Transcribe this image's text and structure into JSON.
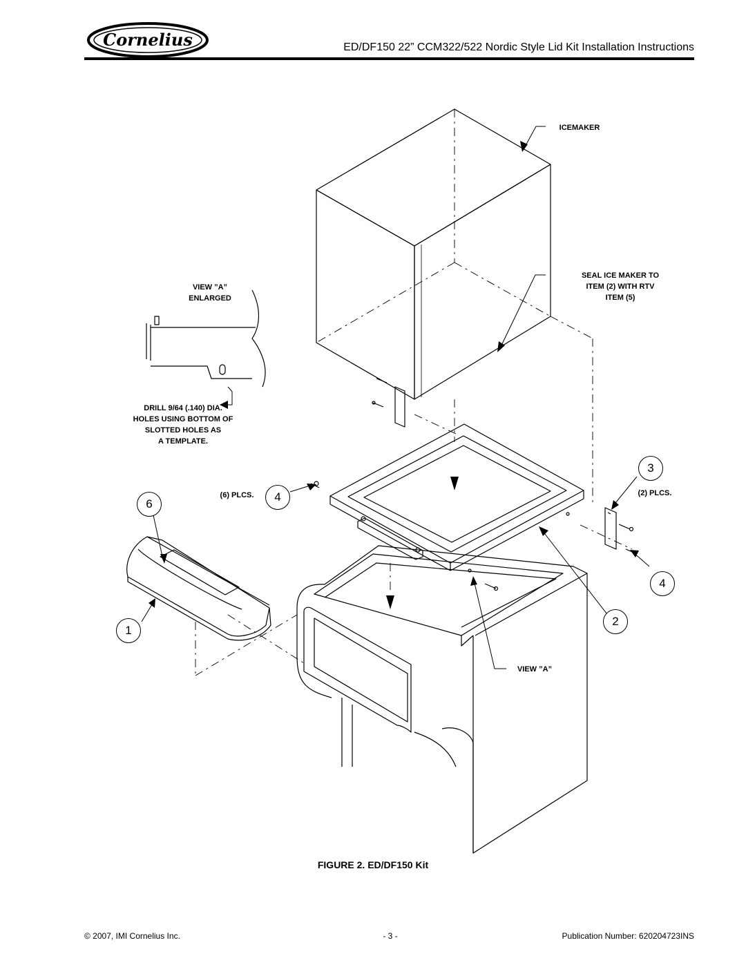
{
  "header": {
    "logo_text": "Cornelius",
    "title": "ED/DF150 22” CCM322/522 Nordic Style Lid Kit Installation Instructions"
  },
  "diagram": {
    "labels": {
      "icemaker": "ICEMAKER",
      "seal_line1": "SEAL ICE MAKER TO",
      "seal_line2": "ITEM (2) WITH RTV",
      "seal_line3": "ITEM (5)",
      "view_a_line1": "VIEW ”A”",
      "view_a_line2": "ENLARGED",
      "drill_line1": "DRILL 9/64 (.140) DIA.",
      "drill_line2": "HOLES USING BOTTOM OF",
      "drill_line3": "SLOTTED HOLES AS",
      "drill_line4": "A TEMPLATE.",
      "six_plcs": "(6) PLCS.",
      "two_plcs": "(2) PLCS.",
      "view_a_bottom": "VIEW ”A”"
    },
    "callouts": {
      "c6": "6",
      "c4_left": "4",
      "c3": "3",
      "c4_right": "4",
      "c2": "2",
      "c1": "1"
    }
  },
  "figure": {
    "caption": "FIGURE 2. ED/DF150 Kit"
  },
  "footer": {
    "copyright": "© 2007, IMI Cornelius Inc.",
    "page": "- 3 -",
    "publication": "Publication Number: 620204723INS"
  }
}
